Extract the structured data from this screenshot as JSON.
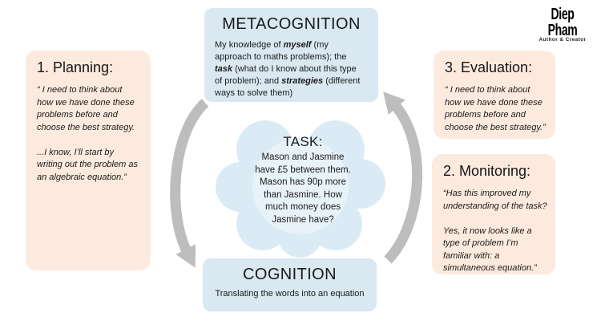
{
  "logo": {
    "name": "Diep Pham",
    "tagline": "Author & Creator"
  },
  "metacognition": {
    "title": "METACOGNITION",
    "body": [
      {
        "t": "My knowledge of "
      },
      {
        "t": "myself",
        "b": true
      },
      {
        "t": " (my\napproach to maths problems); the\n"
      },
      {
        "t": "task",
        "b": true
      },
      {
        "t": " (what do I know about this type\nof problem); and "
      },
      {
        "t": "strategies",
        "b": true
      },
      {
        "t": " (different\nways to solve them)"
      }
    ]
  },
  "cognition": {
    "title": "COGNITION",
    "body": "Translating the words into an equation"
  },
  "task": {
    "title": "TASK:",
    "body": "Mason and Jasmine\nhave £5 between them.\nMason has 90p more\nthan Jasmine. How\nmuch money does\nJasmine have?"
  },
  "planning": {
    "heading": "1. Planning:",
    "body": "“ I need to think about\nhow we have done these\nproblems before and\nchoose the best strategy.\n\n...I know, I’ll start by\nwriting out the problem as\nan algebraic equation.”"
  },
  "evaluation": {
    "heading": "3. Evaluation:",
    "body": "“ I need to think about\nhow we have done these\nproblems before and\nchoose the best strategy.”"
  },
  "monitoring": {
    "heading": "2. Monitoring:",
    "body": "“Has this improved my\nunderstanding of the task?\n\nYes, it now looks like a\ntype of problem I’m\nfamiliar with: a\nsimultaneous equation.”"
  },
  "colors": {
    "blue_box": "#d9e8f1",
    "peach_box": "#fdeade",
    "cloud": "#dbebf6",
    "cloud_center": "#e8f2f9",
    "arrow": "#bdbdbd"
  }
}
